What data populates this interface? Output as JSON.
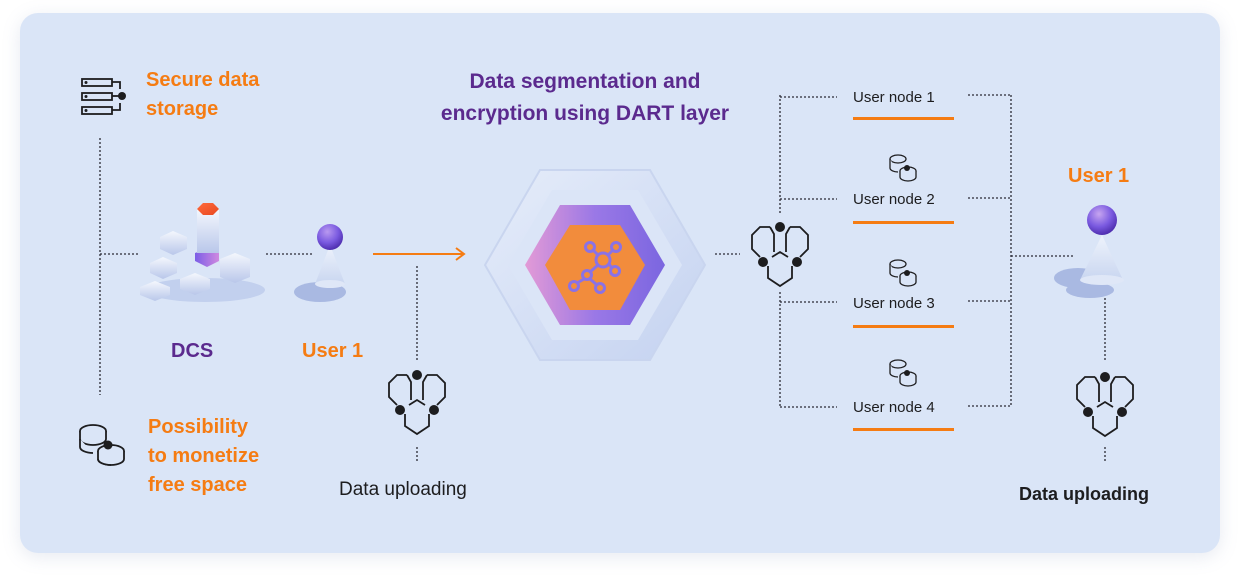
{
  "left": {
    "storage_title": "Secure data storage",
    "storage_line1": "Secure data",
    "storage_line2": "storage",
    "monetize_line1": "Possibility",
    "monetize_line2": "to monetize",
    "monetize_line3": "free space",
    "dcs_label": "DCS",
    "user_label": "User 1",
    "upload_label": "Data uploading"
  },
  "center": {
    "title_line1": "Data segmentation and",
    "title_line2": "encryption using DART layer"
  },
  "nodes": [
    {
      "label": "User node 1"
    },
    {
      "label": "User node 2"
    },
    {
      "label": "User node 3"
    },
    {
      "label": "User node 4"
    }
  ],
  "right": {
    "user_label": "User 1",
    "upload_label": "Data uploading"
  },
  "colors": {
    "panel": "#dae5f7",
    "accent_orange": "#f57c13",
    "accent_purple": "#5b2a8e"
  },
  "icons": {
    "storage": "server-rack-icon",
    "coins": "coins-stack-icon",
    "hex_cluster": "hexagon-cluster-icon",
    "network": "network-nodes-icon"
  }
}
